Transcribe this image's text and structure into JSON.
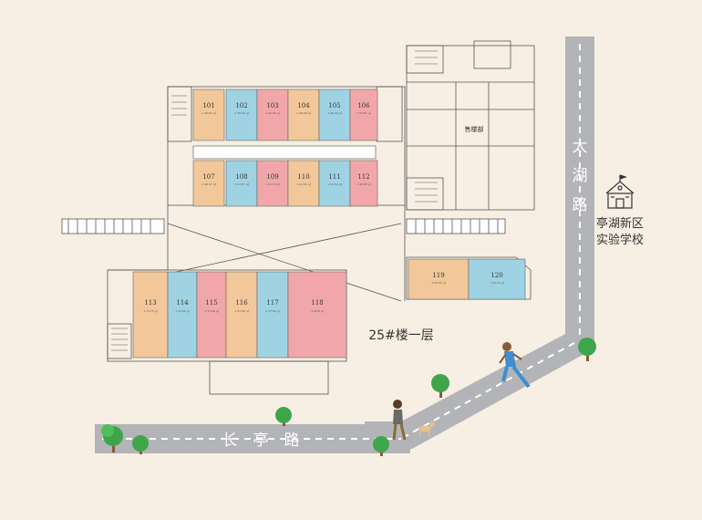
{
  "floor_title": "25#楼一层",
  "sales_office": "售楼部",
  "roads": {
    "right": [
      "太",
      "湖",
      "路"
    ],
    "bottom": [
      "长",
      "亭",
      "路"
    ]
  },
  "school": {
    "line1": "亭湖新区",
    "line2": "实验学校"
  },
  "rooms": [
    {
      "id": "101",
      "area": "1 46.02 ㎡",
      "color": "#f2c79a"
    },
    {
      "id": "102",
      "area": "1 40.00 ㎡",
      "color": "#9fd3e3"
    },
    {
      "id": "103",
      "area": "1 40.00 ㎡",
      "color": "#f1a7a9"
    },
    {
      "id": "104",
      "area": "1 40.00 ㎡",
      "color": "#f2c79a"
    },
    {
      "id": "105",
      "area": "1 40.00 ㎡",
      "color": "#9fd3e3"
    },
    {
      "id": "106",
      "area": "1 53.51 ㎡",
      "color": "#f1a7a9"
    },
    {
      "id": "107",
      "area": "1 46.07 ㎡",
      "color": "#f2c79a"
    },
    {
      "id": "108",
      "area": "1 41.57 ㎡",
      "color": "#9fd3e3"
    },
    {
      "id": "109",
      "area": "1 41.53 ㎡",
      "color": "#f1a7a9"
    },
    {
      "id": "110",
      "area": "1 41.53 ㎡",
      "color": "#f2c79a"
    },
    {
      "id": "111",
      "area": "1 41.53 ㎡",
      "color": "#9fd3e3"
    },
    {
      "id": "112",
      "area": "1 49.89 ㎡",
      "color": "#f1a7a9"
    },
    {
      "id": "113",
      "area": "1 71.76 ㎡",
      "color": "#f2c79a"
    },
    {
      "id": "114",
      "area": "1 37.06 ㎡",
      "color": "#9fd3e3"
    },
    {
      "id": "115",
      "area": "1 37.06 ㎡",
      "color": "#f1a7a9"
    },
    {
      "id": "116",
      "area": "1 37.06 ㎡",
      "color": "#f2c79a"
    },
    {
      "id": "117",
      "area": "1 37.06 ㎡",
      "color": "#9fd3e3"
    },
    {
      "id": "118",
      "area": "1 94.8 ㎡",
      "color": "#f1a7a9"
    },
    {
      "id": "119",
      "area": "1 93.93 ㎡",
      "color": "#f2c79a"
    },
    {
      "id": "120",
      "area": "1 92.24 ㎡",
      "color": "#9fd3e3"
    }
  ]
}
